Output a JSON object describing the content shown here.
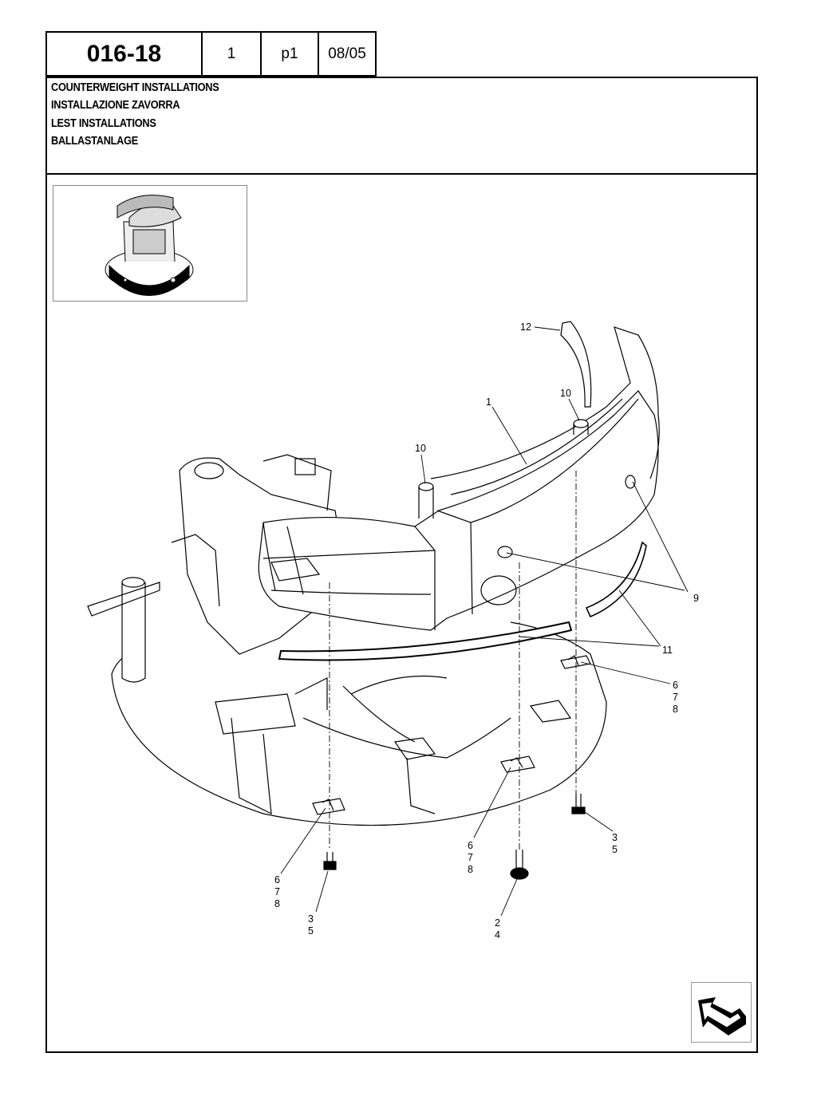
{
  "header": {
    "code": "016-18",
    "sheet": "1",
    "page": "p1",
    "date": "08/05"
  },
  "titles": [
    "COUNTERWEIGHT INSTALLATIONS",
    "INSTALLAZIONE ZAVORRA",
    "LEST INSTALLATIONS",
    "BALLASTANLAGE"
  ],
  "callouts": {
    "c12": "12",
    "c1": "1",
    "c10a": "10",
    "c10b": "10",
    "c9": "9",
    "c11": "11",
    "c6r": "6",
    "c7r": "7",
    "c8r": "8",
    "c6m": "6",
    "c7m": "7",
    "c8m": "8",
    "c6l": "6",
    "c7l": "7",
    "c8l": "8",
    "c3r": "3",
    "c5r": "5",
    "c3l": "3",
    "c5l": "5",
    "c2": "2",
    "c4": "4"
  },
  "icons": {
    "thumbnail": "machine-overview-thumbnail",
    "nav": "next-page-arrow-icon"
  }
}
